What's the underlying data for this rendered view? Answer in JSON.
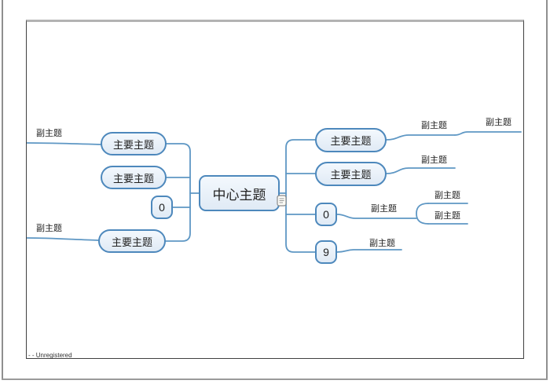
{
  "window": {
    "status": "- - Unregistered"
  },
  "colors": {
    "node_border": "#4d88bc",
    "node_fill_top": "#f3f8fd",
    "node_fill_bottom": "#e0eaf5",
    "line": "#5e97c4",
    "text": "#222222"
  },
  "mindmap": {
    "center": {
      "label": "中心主题",
      "icon": "notes-icon"
    },
    "left": [
      {
        "label": "主要主题",
        "children": [
          {
            "label": "副主题"
          }
        ]
      },
      {
        "label": "主要主题",
        "children": []
      },
      {
        "label": "0",
        "children": []
      },
      {
        "label": "主要主题",
        "children": [
          {
            "label": "副主题"
          }
        ]
      }
    ],
    "right": [
      {
        "label": "主要主题",
        "children": [
          {
            "label": "副主题",
            "children": [
              {
                "label": "副主题"
              }
            ]
          }
        ]
      },
      {
        "label": "主要主题",
        "children": [
          {
            "label": "副主题",
            "children": []
          }
        ]
      },
      {
        "label": "0",
        "children": [
          {
            "label": "副主题",
            "children": [
              {
                "label": "副主题"
              },
              {
                "label": "副主题"
              }
            ]
          }
        ]
      },
      {
        "label": "9",
        "children": [
          {
            "label": "副主题",
            "children": []
          }
        ]
      }
    ]
  }
}
